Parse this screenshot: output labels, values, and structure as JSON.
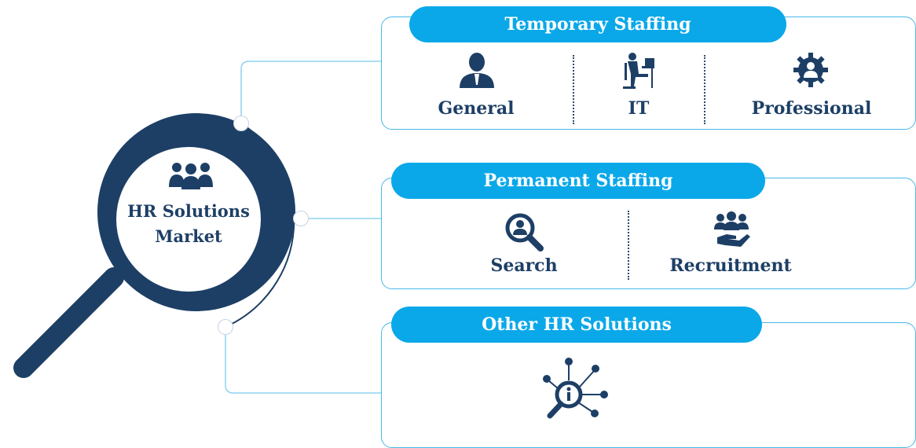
{
  "center": {
    "line1": "HR Solutions",
    "line2": "Market",
    "icon": "group-icon"
  },
  "sections": {
    "temporary": {
      "title": "Temporary Staffing",
      "items": [
        {
          "label": "General",
          "icon": "person-icon"
        },
        {
          "label": "IT",
          "icon": "desk-worker-icon"
        },
        {
          "label": "Professional",
          "icon": "gear-person-icon"
        }
      ]
    },
    "permanent": {
      "title": "Permanent Staffing",
      "items": [
        {
          "label": "Search",
          "icon": "search-person-icon"
        },
        {
          "label": "Recruitment",
          "icon": "hand-group-icon"
        }
      ]
    },
    "other": {
      "title": "Other HR Solutions",
      "icon": "info-network-search-icon"
    }
  },
  "colors": {
    "navy": "#1d3f66",
    "accent": "#0aa8e9",
    "line": "#49b8e8"
  }
}
